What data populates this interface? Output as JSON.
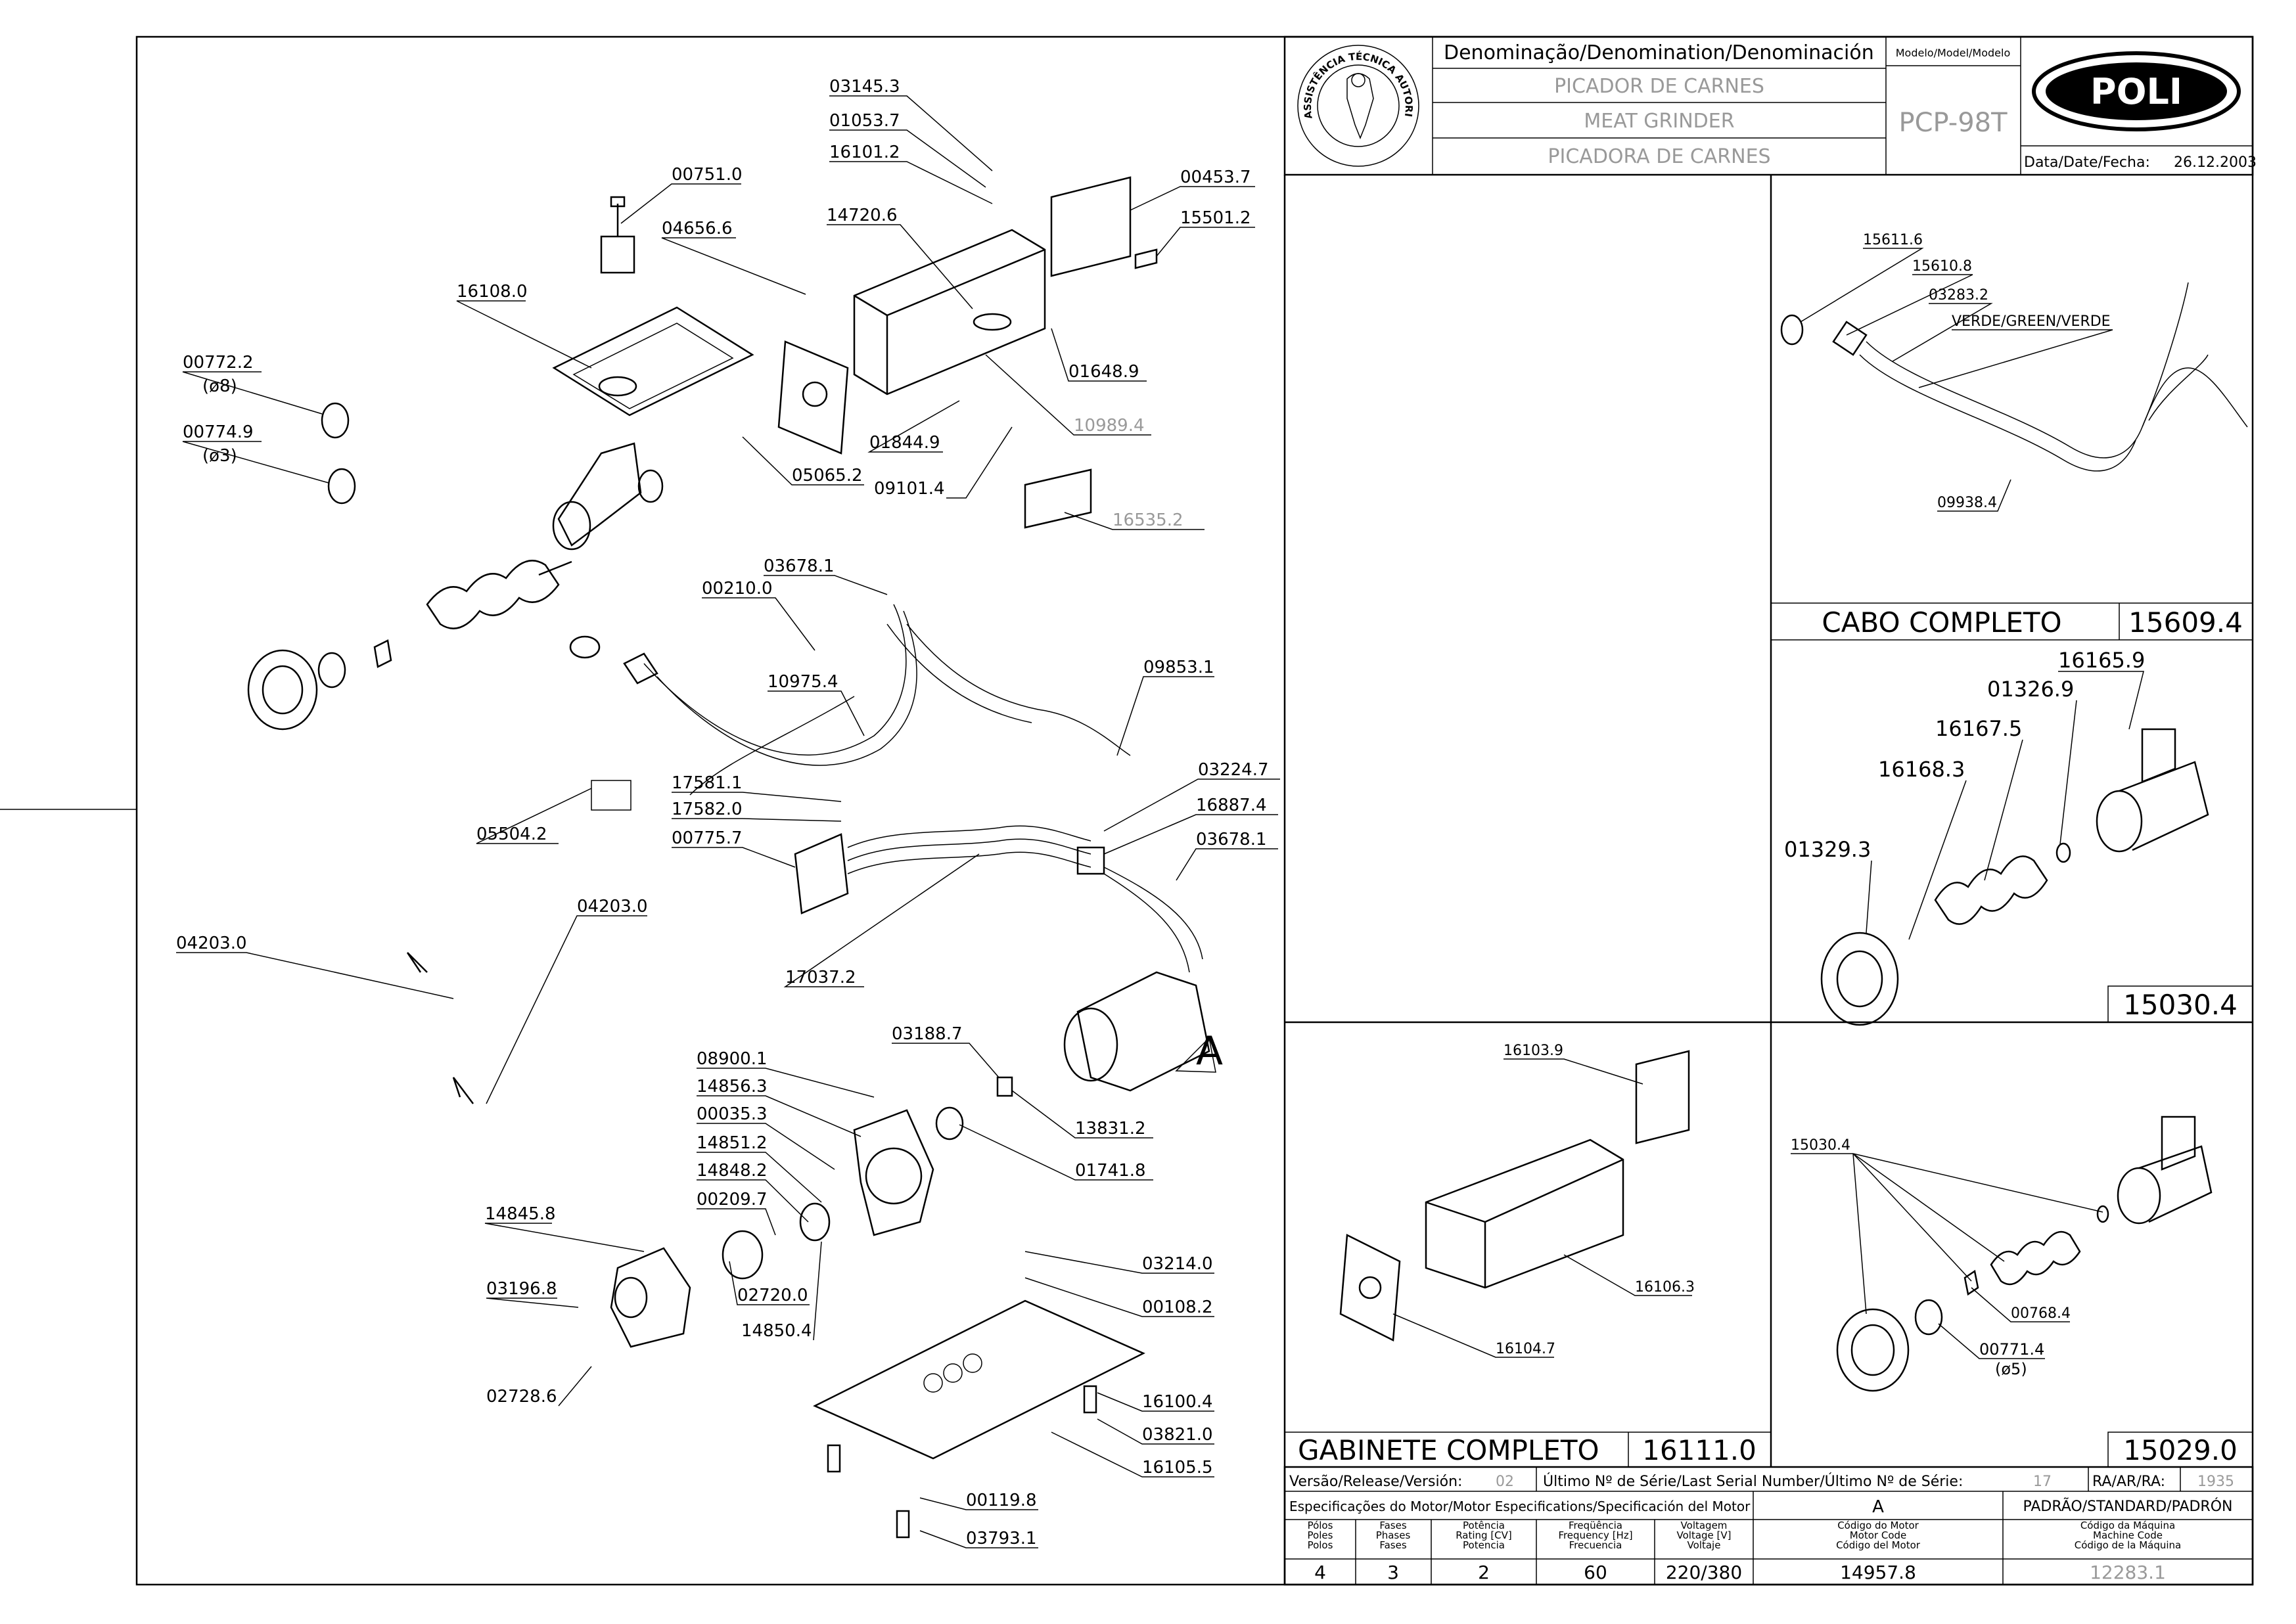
{
  "title_block": {
    "denomination_header": "Denominação/Denomination/Denominación",
    "name_pt": "PICADOR DE CARNES",
    "name_en": "MEAT GRINDER",
    "name_es": "PICADORA DE CARNES",
    "model_header": "Modelo/Model/Modelo",
    "model": "PCP-98T",
    "brand": "POLI",
    "date_label": "Data/Date/Fecha:",
    "date": "26.12.2003",
    "seal_text": "ASSISTÊNCIA TÉCNICA AUTORIZADA"
  },
  "footer": {
    "version_label": "Versão/Release/Versión:",
    "version": "02",
    "last_serial_label": "Último Nº de Série/Last Serial Number/Último Nº de Série:",
    "last_serial": "17",
    "ra_label": "RA/AR/RA:",
    "ra": "1935",
    "motor_spec_label": "Especificações do Motor/Motor Especifications/Specificación del Motor",
    "motor_code_letter": "A",
    "standard_label": "PADRÃO/STANDARD/PADRÓN",
    "col_poles": "Pólos\nPoles\nPolos",
    "col_phases": "Fases\nPhases\nFases",
    "col_power": "Potência\nRating [CV]\nPotencia",
    "col_freq": "Freqüência\nFrequency [Hz]\nFrecuencia",
    "col_voltage": "Voltagem\nVoltage [V]\nVoltaje",
    "col_motor_code": "Código do Motor\nMotor Code\nCódigo del Motor",
    "col_machine_code": "Código da Máquina\nMachine Code\nCódigo de la Máquina",
    "poles": "4",
    "phases": "3",
    "power": "2",
    "freq": "60",
    "voltage": "220/380",
    "motor_code": "14957.8",
    "machine_code": "12283.1"
  },
  "panels": {
    "cable": {
      "title": "CABO COMPLETO",
      "code": "15609.4"
    },
    "screw": {
      "code": "15030.4"
    },
    "cabinet": {
      "title": "GABINETE COMPLETO",
      "code": "16111.0"
    },
    "head": {
      "code": "15029.0"
    }
  },
  "main_labels": {
    "p03145_3": "03145.3",
    "p01053_7": "01053.7",
    "p16101_2": "16101.2",
    "p00751_0": "00751.0",
    "p04656_6": "04656.6",
    "p14720_6": "14720.6",
    "p00453_7": "00453.7",
    "p15501_2": "15501.2",
    "p16108_0": "16108.0",
    "p00772_2": "00772.2",
    "p00772_2_d": "(ø8)",
    "p00774_9": "00774.9",
    "p00774_9_d": "(ø3)",
    "p01648_9": "01648.9",
    "p10989_4": "10989.4",
    "p01844_9": "01844.9",
    "p05065_2": "05065.2",
    "p09101_4": "09101.4",
    "p16535_2": "16535.2",
    "p03678_1a": "03678.1",
    "p00210_0": "00210.0",
    "p10975_4": "10975.4",
    "p09853_1": "09853.1",
    "p17581_1": "17581.1",
    "p17582_0": "17582.0",
    "p00775_7": "00775.7",
    "p05504_2": "05504.2",
    "p03224_7": "03224.7",
    "p16887_4": "16887.4",
    "p03678_1b": "03678.1",
    "p04203_0a": "04203.0",
    "p04203_0b": "04203.0",
    "p17037_2": "17037.2",
    "p03188_7": "03188.7",
    "p08900_1": "08900.1",
    "p14856_3": "14856.3",
    "p00035_3": "00035.3",
    "p14851_2": "14851.2",
    "p14848_2": "14848.2",
    "p00209_7": "00209.7",
    "p13831_2": "13831.2",
    "p01741_8": "01741.8",
    "p14845_8": "14845.8",
    "p03196_8": "03196.8",
    "p02720_0": "02720.0",
    "p14850_4": "14850.4",
    "p02728_6": "02728.6",
    "p03214_0": "03214.0",
    "p00108_2": "00108.2",
    "p16100_4": "16100.4",
    "p03821_0": "03821.0",
    "p16105_5": "16105.5",
    "p00119_8": "00119.8",
    "p03793_1": "03793.1",
    "motor_tag": "A"
  },
  "cable_labels": {
    "p15611_6": "15611.6",
    "p15610_8": "15610.8",
    "p03283_2": "03283.2",
    "wire": "VERDE/GREEN/VERDE",
    "p09938_4": "09938.4"
  },
  "screw_labels": {
    "p16165_9": "16165.9",
    "p01326_9": "01326.9",
    "p16167_5": "16167.5",
    "p16168_3": "16168.3",
    "p01329_3": "01329.3"
  },
  "cabinet_labels": {
    "p16103_9": "16103.9",
    "p16106_3": "16106.3",
    "p16104_7": "16104.7"
  },
  "head_labels": {
    "p15030_4": "15030.4",
    "p00768_4": "00768.4",
    "p00771_4": "00771.4",
    "p00771_4_d": "(ø5)"
  },
  "colors": {
    "line": "#000000",
    "muted": "#999999",
    "background": "#ffffff"
  }
}
